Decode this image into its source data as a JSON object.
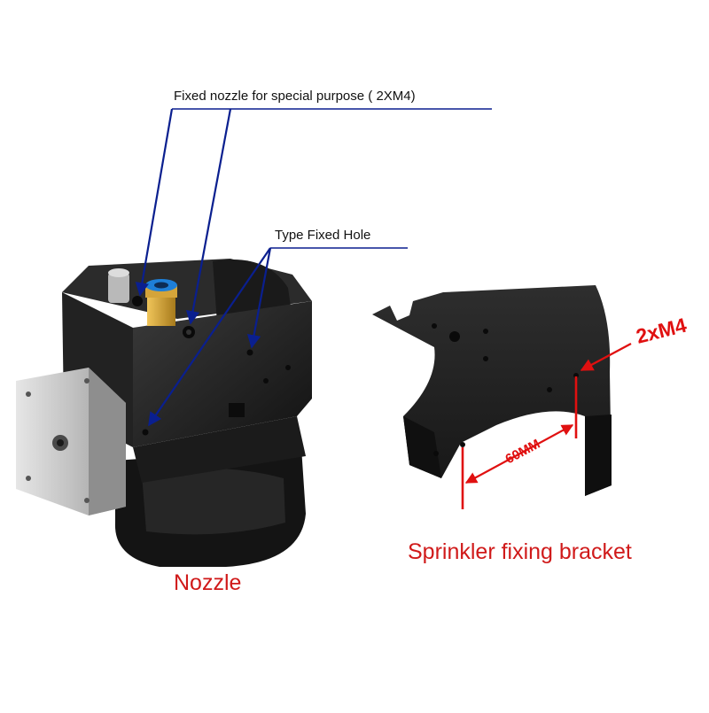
{
  "callouts": {
    "fixed_nozzle": "Fixed nozzle for special purpose ( 2XM4)",
    "type_fixed_hole": "Type Fixed Hole"
  },
  "bracket_labels": {
    "holes": "2xM4",
    "spacing": "60MM"
  },
  "captions": {
    "nozzle": "Nozzle",
    "bracket": "Sprinkler fixing bracket"
  },
  "colors": {
    "callout_line": "#0a1f8f",
    "dimension": "#e01010",
    "caption": "#d01a1a",
    "part_body": "#1c1c1c",
    "motor_silver": "#c9c9c9",
    "fitting_brass": "#d4a43a",
    "fitting_blue": "#1e7fd8"
  }
}
